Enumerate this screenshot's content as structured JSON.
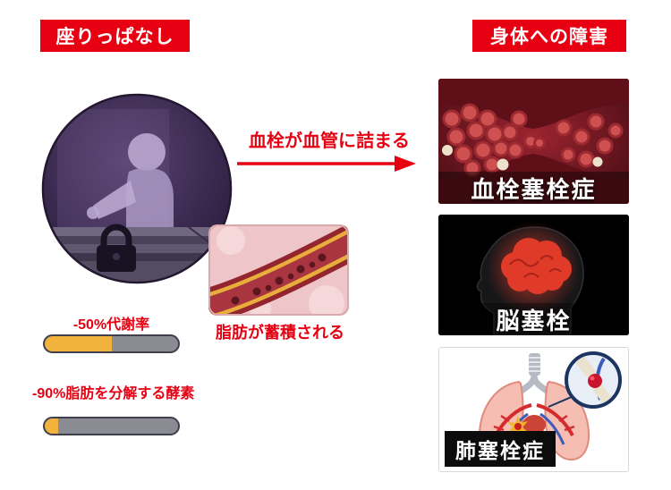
{
  "banners": {
    "left": "座りっぱなし",
    "right": "身体への障害"
  },
  "flow": {
    "arrow_label": "血栓が血管に詰まる"
  },
  "inset": {
    "caption": "脂肪が蓄積される"
  },
  "stats": [
    {
      "label": "-50%代謝率",
      "percent": 50
    },
    {
      "label": "-90%脂肪を分解する酵素",
      "percent": 10
    }
  ],
  "conditions": [
    {
      "label": "血栓塞栓症"
    },
    {
      "label": "脳塞栓"
    },
    {
      "label": "肺塞栓症"
    }
  ],
  "colors": {
    "accent_red": "#e60012",
    "bar_fill": "#f2b33d",
    "bar_track": "#8b8b94",
    "banner_bg": "#e60012",
    "banner_fg": "#ffffff"
  },
  "icons": {
    "lock": "lock-icon",
    "arrow": "right-arrow-icon"
  }
}
